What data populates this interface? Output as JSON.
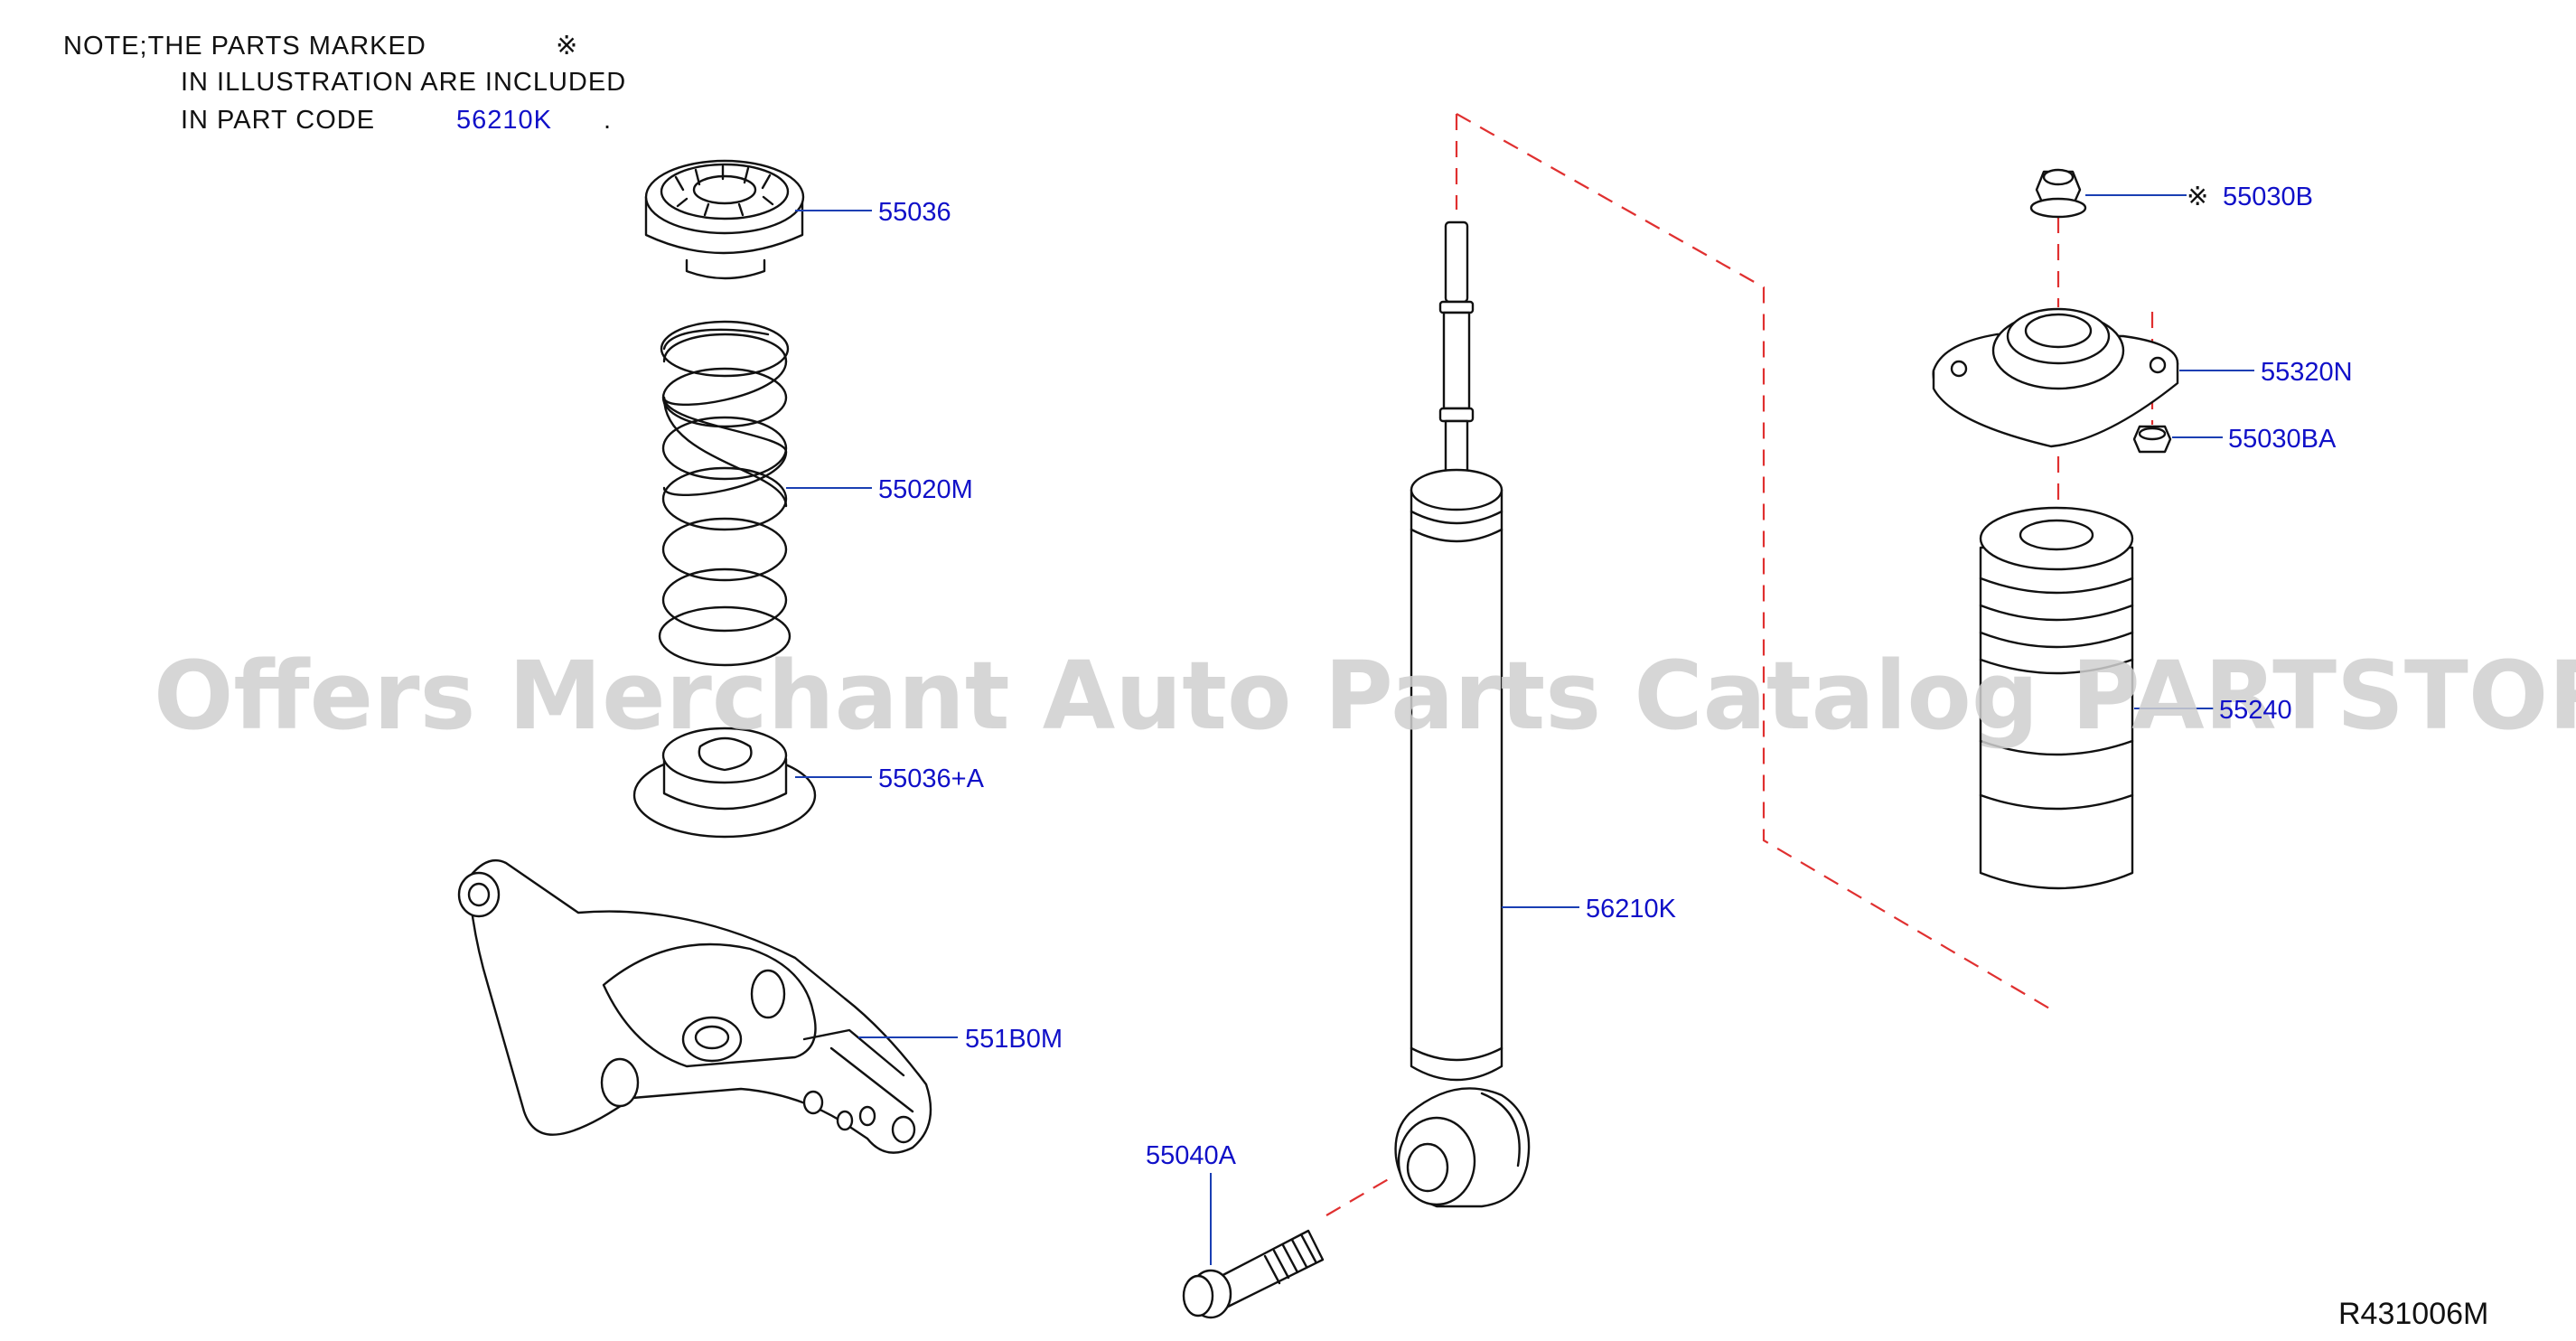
{
  "note": {
    "line1_prefix": "NOTE;THE   PARTS   MARKED",
    "symbol": "※",
    "line2": "IN   ILLUSTRATION   ARE   INCLUDED",
    "line3_prefix": "IN   PART   CODE",
    "line3_code": "56210K",
    "line3_suffix": "."
  },
  "parts": {
    "insulator_upper": "55036",
    "coil_spring": "55020M",
    "insulator_lower": "55036+A",
    "lower_arm": "551B0M",
    "bolt": "55040A",
    "shock_absorber": "56210K",
    "nut_top": "55030B",
    "nut_top_marker": "※",
    "mount": "55320N",
    "nut_side": "55030BA",
    "bound_bumper": "55240"
  },
  "watermark": "Offers Merchant Auto Parts Catalog PARTSTORE.SA",
  "reference_code": "R431006M",
  "colors": {
    "label": "#1010c8",
    "leader": "#1a3fb3",
    "dashed_guide": "#e03030",
    "line_art": "#111111"
  }
}
